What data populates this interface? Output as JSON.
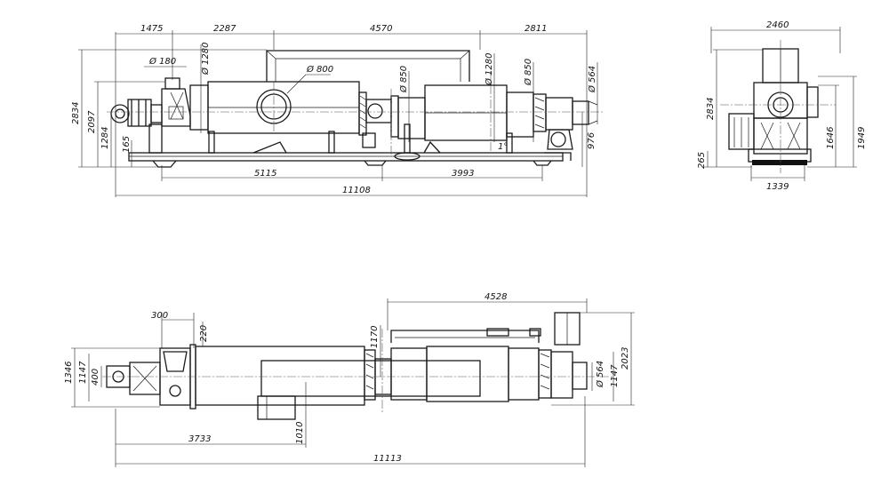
{
  "dimensions": {
    "front": {
      "d1475": "1475",
      "d2287": "2287",
      "d4570": "4570",
      "d2811": "2811",
      "phi180": "Ø 180",
      "phi1280a": "Ø 1280",
      "phi800": "Ø 800",
      "phi850a": "Ø 850",
      "phi1280b": "Ø 1280",
      "phi850b": "Ø 850",
      "phi564": "Ø 564",
      "d2834": "2834",
      "d2097": "2097",
      "d1284": "1284",
      "d165": "165",
      "d976": "976",
      "deg": "1°",
      "d5115": "5115",
      "d3993": "3993",
      "d11108": "11108"
    },
    "side": {
      "d2460": "2460",
      "d2834": "2834",
      "d1646": "1646",
      "d1949": "1949",
      "d265": "265",
      "d1339": "1339"
    },
    "plan": {
      "d300": "300",
      "d220": "220",
      "d1170": "1170",
      "d4528": "4528",
      "d1346": "1346",
      "d1147a": "1147",
      "d400": "400",
      "phi564": "Ø 564",
      "d1147b": "1147",
      "d2023": "2023",
      "d3733": "3733",
      "d1010": "1010",
      "d11113": "11113"
    }
  }
}
